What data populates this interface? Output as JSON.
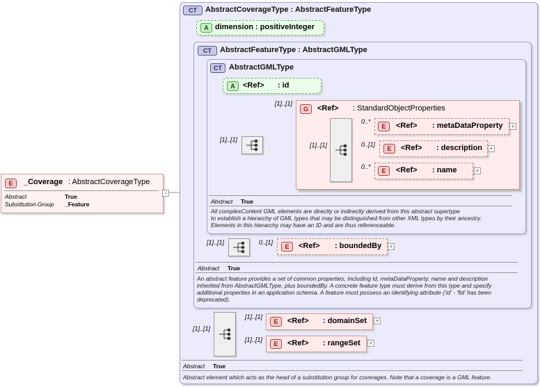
{
  "root": {
    "badge": "E",
    "name": "_Coverage",
    "type": ": AbstractCoverageType",
    "props": [
      {
        "key": "Abstract",
        "value": "True"
      },
      {
        "key": "Substitution Group",
        "value": "_Feature"
      }
    ]
  },
  "coverage_type": {
    "badge": "CT",
    "title": "AbstractCoverageType : AbstractFeatureType",
    "attribute": {
      "badge": "A",
      "label": "dimension : positiveInteger"
    },
    "abstract_key": "Abstract",
    "abstract_value": "True",
    "note": "Abstract element which acts as the head of a substitution group for coverages. Note that a coverage is a GML feature.",
    "sequence_mult": "[1]..[1]",
    "children": [
      {
        "badge": "E",
        "ref": "<Ref>",
        "name": ": domainSet",
        "mult": "[1]..[1]"
      },
      {
        "badge": "E",
        "ref": "<Ref>",
        "name": ": rangeSet",
        "mult": "[1]..[1]"
      }
    ]
  },
  "feature_type": {
    "badge": "CT",
    "title": "AbstractFeatureType : AbstractGMLType",
    "abstract_key": "Abstract",
    "abstract_value": "True",
    "note_lines": [
      "An abstract feature provides a set of common properties, including id, metaDataProperty, name and description",
      "inherited from AbstractGMLType, plus boundedBy.    A concrete feature type must derive from this type and specify",
      "additional  properties in an application schema. A feature must possess an identifying attribute ('id' - 'fid' has been",
      "deprecated)."
    ],
    "sequence_mult": "[1]..[1]",
    "bounded": {
      "badge": "E",
      "ref": "<Ref>",
      "name": ": boundedBy",
      "mult": "0..[1]"
    }
  },
  "gml_type": {
    "badge": "CT",
    "title": "AbstractGMLType",
    "attribute": {
      "badge": "A",
      "ref": "<Ref>",
      "name": ": id"
    },
    "sequence_mult": "[1]..[1]",
    "abstract_key": "Abstract",
    "abstract_value": "True",
    "note_lines": [
      "All complexContent GML elements are directly or indirectly derived from this abstract supertype",
      "to establish a hierarchy of GML types that may be distinguished from other XML types by their ancestry.",
      "Elements in this hierarchy may have an ID and are thus referenceable."
    ],
    "group": {
      "badge": "G",
      "ref": "<Ref>",
      "name": ": StandardObjectProperties",
      "mult": "[1]..[1]",
      "sequence_mult": "[1]..[1]",
      "children": [
        {
          "badge": "E",
          "ref": "<Ref>",
          "name": ": metaDataProperty",
          "mult": "0..*"
        },
        {
          "badge": "E",
          "ref": "<Ref>",
          "name": ": description",
          "mult": "0..[1]"
        },
        {
          "badge": "E",
          "ref": "<Ref>",
          "name": ": name",
          "mult": "0..*"
        }
      ]
    }
  },
  "colors": {
    "complex_type_bg": "#ebebfb",
    "element_bg": "#ffeaea",
    "attribute_bg": "#eaffea",
    "group_bg": "#ffeded"
  }
}
